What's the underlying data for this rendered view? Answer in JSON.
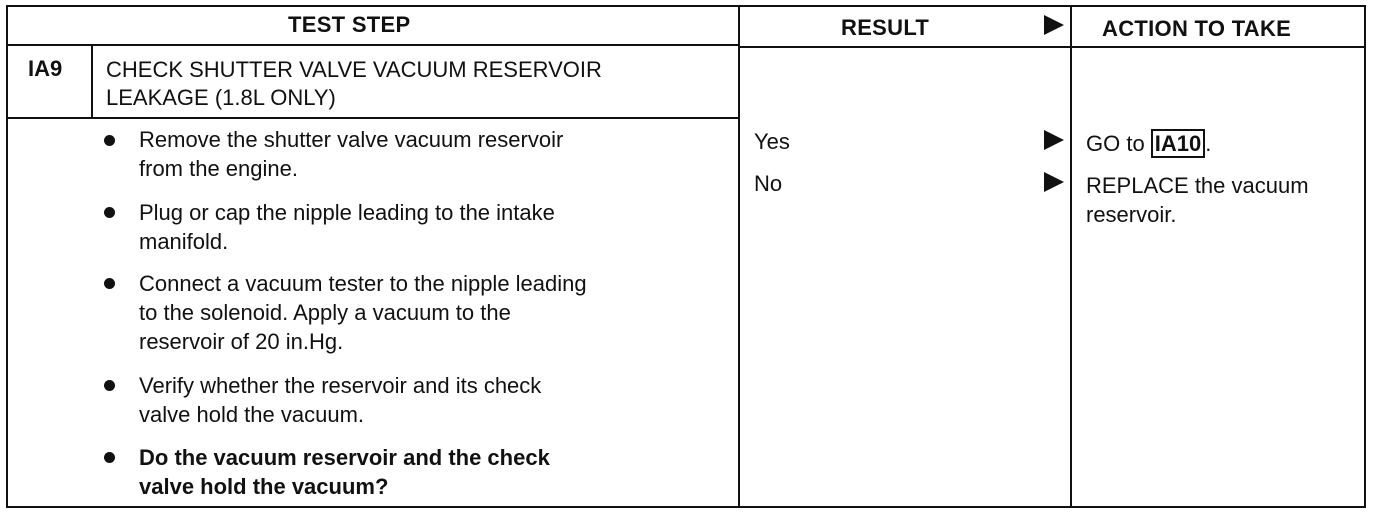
{
  "header": {
    "test_step": "TEST STEP",
    "result": "RESULT",
    "action": "ACTION TO TAKE"
  },
  "step": {
    "id": "IA9",
    "title_line1": "CHECK SHUTTER VALVE VACUUM RESERVOIR",
    "title_line2": "LEAKAGE (1.8L ONLY)"
  },
  "bullets": [
    {
      "line1": "Remove the shutter valve vacuum reservoir",
      "line2": "from the engine."
    },
    {
      "line1": "Plug or cap the nipple leading to the intake",
      "line2": "manifold."
    },
    {
      "line1": "Connect a vacuum tester to the nipple leading",
      "line2": "to the solenoid. Apply a vacuum to the",
      "line3": "reservoir of 20 in.Hg."
    },
    {
      "line1": "Verify whether the reservoir and its check",
      "line2": "valve hold the vacuum."
    },
    {
      "line1": "Do the vacuum reservoir and the check",
      "line2": "valve hold the vacuum?"
    }
  ],
  "results": [
    {
      "label": "Yes",
      "action_prefix": "GO to ",
      "action_ref": "IA10",
      "action_suffix": "."
    },
    {
      "label": "No",
      "action_line1": "REPLACE the vacuum",
      "action_line2": "reservoir."
    }
  ]
}
